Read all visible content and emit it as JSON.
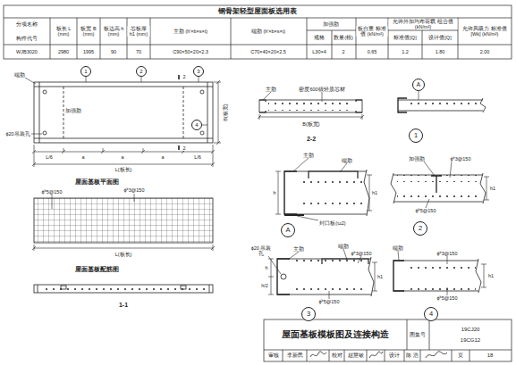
{
  "diagram": {
    "title": "屋面基板模板图及连接构造",
    "nodes": [
      {
        "text": [
          "1"
        ]
      },
      {
        "text": [
          "2"
        ]
      },
      {
        "text": [
          "3"
        ]
      },
      {
        "text": [
          "4"
        ]
      },
      {
        "text": [
          "A"
        ]
      },
      {
        "text": [
          "1"
        ]
      },
      {
        "text": [
          "A"
        ]
      },
      {
        "text": [
          "2"
        ]
      },
      {
        "text": [
          "3"
        ]
      },
      {
        "text": [
          "4"
        ]
      }
    ],
    "labels": [
      "钢骨架轻型屋面板选用表",
      "分项名称",
      "构件代号",
      "板长 L (mm)",
      "板宽 B (mm)",
      "板边高 h (mm)",
      "芯板厚 h1 (mm)",
      "主肋 (h'×b×s×t)",
      "端肋 (h'×b×s×t)",
      "加强肋",
      "规格",
      "数量(根)",
      "板自重 标准值 (kN/m²)",
      "允许外加均布荷载 组合值 (kN/m²)",
      "标准值[Q]",
      "设计值[Q]",
      "允许风吸力 标准值[Wk] (kN/m²)",
      "WJB3020",
      "2980",
      "1995",
      "90",
      "70",
      "C90×50×20×2.3",
      "C70×40×20×2.5",
      "L30×4",
      "2",
      "0.65",
      "1.2",
      "1.80",
      "2.00",
      "端肋",
      "加强肋",
      "ϕ20吊装孔",
      "L/6",
      "a",
      "a",
      "a",
      "L/6",
      "L(板长)",
      "B(板宽)",
      "2",
      "2",
      "屋面基板平面图",
      "ϕᵇ3@150",
      "ϕᵇ5@150",
      "L(板长)",
      "屋面基板配筋图",
      "1-1",
      "主肋",
      "密度600级轻质芯材",
      "B(板宽)",
      "2-2",
      "主肋",
      "端肋",
      "h",
      "h1",
      "封口板(t≥2)",
      "加强肋",
      "ϕᵇ3@150",
      "h1",
      "ϕᵇ5@150",
      "ϕ20 吊装孔",
      "主肋",
      "端肋",
      "ϕᵇ3@150",
      "h",
      "h/2",
      "h1",
      "ϕᵇ5@150",
      "端肋",
      "ϕᵇ3@150",
      "h1",
      "ϕᵇ5@150",
      "图集号",
      "19CJ20",
      "19CG12",
      "审核",
      "李新民",
      "校对",
      "赵慧敏",
      "设计",
      "陈 浩",
      "页",
      "18"
    ]
  }
}
